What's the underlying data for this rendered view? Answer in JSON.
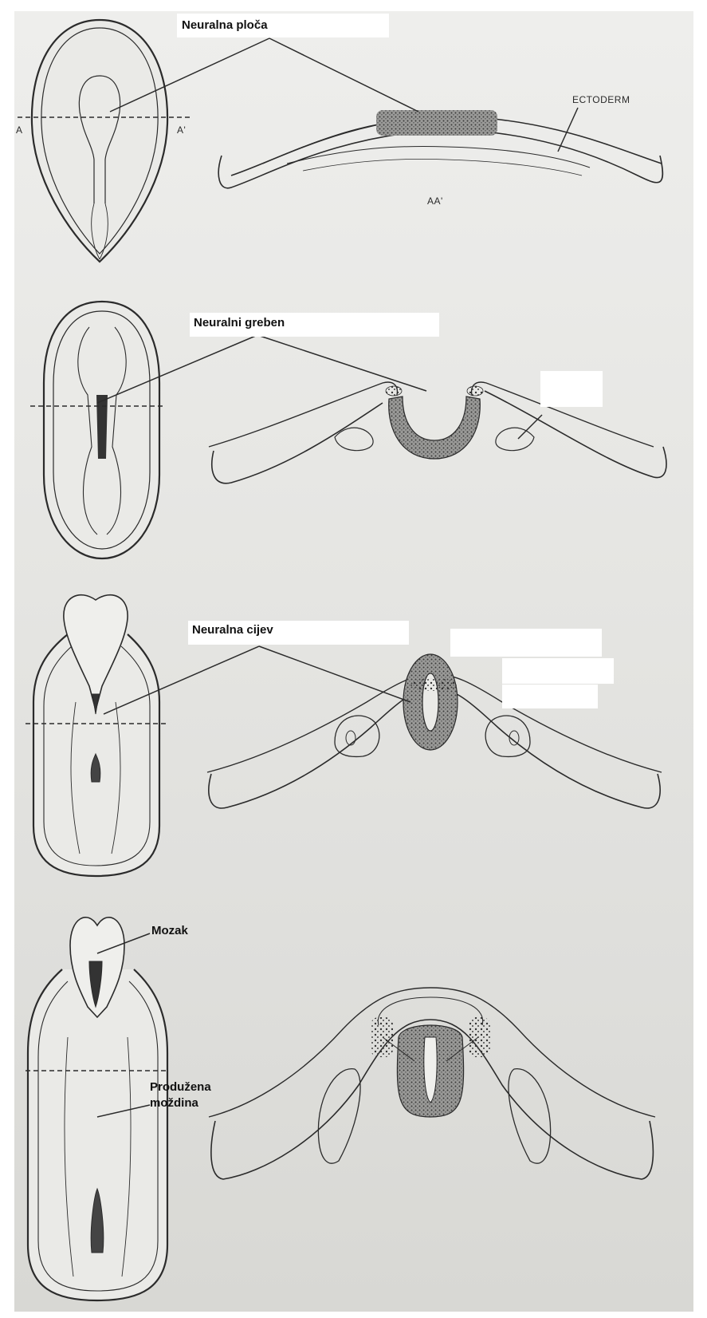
{
  "labels": {
    "neural_plate": "Neuralna ploča",
    "neural_crest": "Neuralni greben",
    "neural_tube": "Neuralna cijev",
    "brain": "Mozak",
    "medulla_line1": "Produžena",
    "medulla_line2": "moždina",
    "ectoderm": "ECTODERM",
    "section_a": "A",
    "section_a_prime": "A'",
    "section_aa": "AA'"
  },
  "colors": {
    "background": "#ffffff",
    "scan": "#e6e6e3",
    "ink": "#2b2b2b",
    "tissue_fill": "#8a8a88"
  }
}
